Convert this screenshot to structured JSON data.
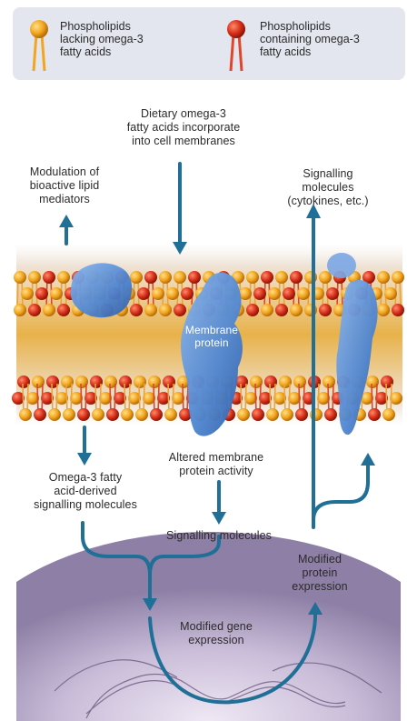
{
  "legend": {
    "item1": "Phospholipids\nlacking omega-3\nfatty acids",
    "item2": "Phospholipids\ncontaining omega-3\nfatty acids",
    "item1_color": "#f2a51e",
    "item2_color": "#d8301a"
  },
  "labels": {
    "dietary": "Dietary omega-3\nfatty acids incorporate\ninto cell membranes",
    "modulation": "Modulation of\nbioactive lipid\nmediators",
    "signalling_cytokines": "Signalling\nmolecules\n(cytokines, etc.)",
    "membrane_protein": "Membrane\nprotein",
    "altered": "Altered membrane\nprotein activity",
    "omega3_derived": "Omega-3 fatty\nacid-derived\nsignalling molecules",
    "signalling": "Signalling molecules",
    "modified_protein": "Modified\nprotein\nexpression",
    "modified_gene": "Modified gene\nexpression"
  },
  "colors": {
    "arrow": "#1f6f96",
    "protein": "#5b8fd6",
    "nucleus": "#a393b8"
  }
}
